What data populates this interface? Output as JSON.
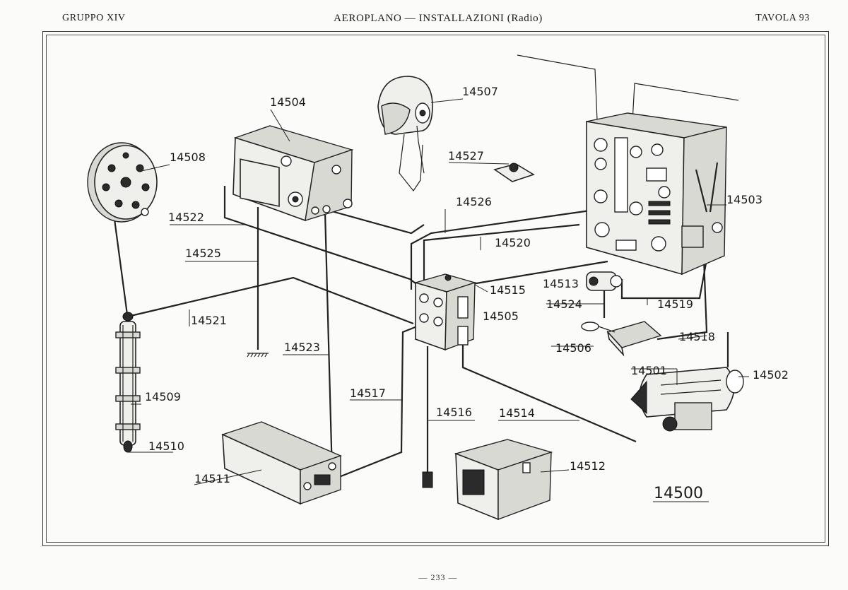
{
  "header": {
    "left": "GRUPPO XIV",
    "center": "AEROPLANO — INSTALLAZIONI (Radio)",
    "right": "TAVOLA 93"
  },
  "footer": {
    "page": "— 233 —"
  },
  "labels": {
    "p14500": "14500",
    "p14501": "14501",
    "p14502": "14502",
    "p14503": "14503",
    "p14504": "14504",
    "p14505": "14505",
    "p14506": "14506",
    "p14507": "14507",
    "p14508": "14508",
    "p14509": "14509",
    "p14510": "14510",
    "p14511": "14511",
    "p14512": "14512",
    "p14513": "14513",
    "p14514": "14514",
    "p14515": "14515",
    "p14516": "14516",
    "p14517": "14517",
    "p14518": "14518",
    "p14519": "14519",
    "p14520": "14520",
    "p14521": "14521",
    "p14522": "14522",
    "p14523": "14523",
    "p14524": "14524",
    "p14525": "14525",
    "p14526": "14526",
    "p14527": "14527"
  }
}
